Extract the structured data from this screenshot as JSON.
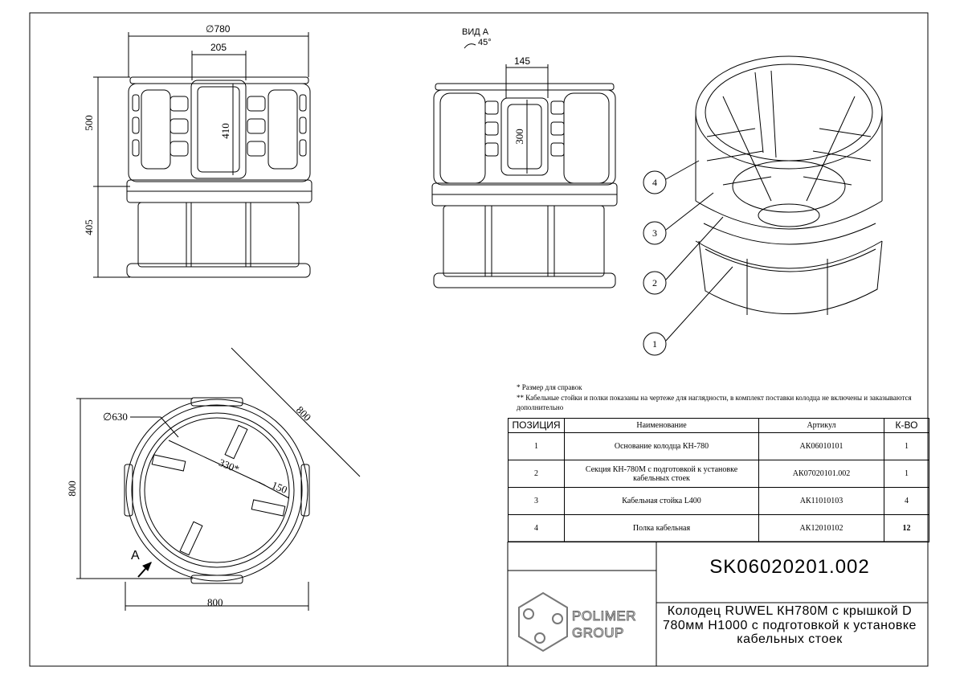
{
  "dimensions": {
    "front_diameter": "∅780",
    "front_width_top": "205",
    "front_height_upper": "500",
    "front_height_lower": "405",
    "front_slot_height": "410",
    "side_slot_width": "145",
    "side_slot_height": "300",
    "plan_diameter": "∅630",
    "plan_diag": "800",
    "plan_inner": "330*",
    "plan_shelf": "150",
    "plan_height": "800",
    "plan_width": "800"
  },
  "view_a": {
    "title": "ВИД А",
    "angle": "45°"
  },
  "plan_marker": "А",
  "callouts": [
    "1",
    "2",
    "3",
    "4"
  ],
  "notes": {
    "line1": "* Размер для справок",
    "line2": "** Кабельные стойки и полки показаны на чертеже для наглядности, в комплект поставки колодца не включены и заказываются дополнительно"
  },
  "spec_table": {
    "headers": [
      "ПОЗИЦИЯ",
      "Наименование",
      "Артикул",
      "К-ВО"
    ],
    "rows": [
      {
        "pos": "1",
        "name": "Основание колодца КН-780",
        "article": "АК06010101",
        "qty": "1"
      },
      {
        "pos": "2",
        "name": "Секция КН-780М с подготовкой к установке кабельных стоек",
        "article": "АК07020101.002",
        "qty": "1"
      },
      {
        "pos": "3",
        "name": "Кабельная стойка L400",
        "article": "АК11010103",
        "qty": "4"
      },
      {
        "pos": "4",
        "name": "Полка кабельная",
        "article": "АК12010102",
        "qty": "12"
      }
    ]
  },
  "title_block": {
    "code": "SK06020201.002",
    "description": "Колодец RUWEL КН780М с крышкой D 780мм H1000 с подготовкой к установке кабельных стоек",
    "brand_line1": "POLIMER",
    "brand_line2": "GROUP"
  }
}
